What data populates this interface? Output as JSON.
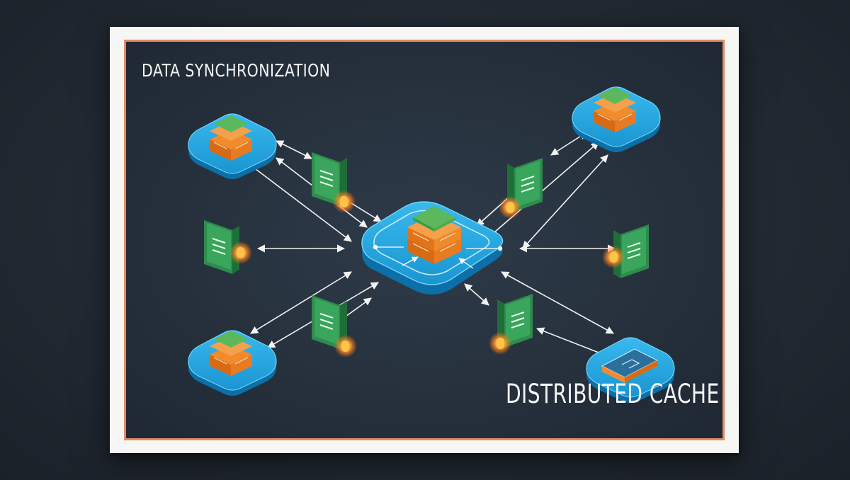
{
  "diagram": {
    "title": "DATA SYNCHRONIZATION",
    "label": "DISTRIBUTED CACHE",
    "colors": {
      "background": "#222a33",
      "board": "#26313d",
      "frame": "#f6f6f4",
      "border_accent": "#e58a62",
      "node_blue": "#1ea7df",
      "server_orange": "#f28b2c",
      "server_green": "#5cb85c",
      "doc_green": "#3aa55c",
      "glow": "#ffb13b",
      "arrow": "#f2f2f2"
    },
    "nodes": [
      {
        "id": "central-hub",
        "kind": "hub",
        "icon": "server-stack-icon"
      },
      {
        "id": "node-top-left",
        "kind": "cache-node",
        "icon": "server-stack-icon"
      },
      {
        "id": "node-top-right",
        "kind": "cache-node",
        "icon": "server-stack-icon"
      },
      {
        "id": "node-bottom-left",
        "kind": "cache-node",
        "icon": "server-stack-icon"
      },
      {
        "id": "node-bottom-right",
        "kind": "cache-node",
        "icon": "device-icon"
      }
    ],
    "documents": [
      {
        "id": "doc-top-left",
        "icon": "document-icon"
      },
      {
        "id": "doc-top-right",
        "icon": "document-icon"
      },
      {
        "id": "doc-mid-left",
        "icon": "document-icon"
      },
      {
        "id": "doc-mid-right",
        "icon": "document-icon"
      },
      {
        "id": "doc-bottom-left",
        "icon": "document-icon"
      },
      {
        "id": "doc-bottom-right",
        "icon": "document-icon"
      }
    ]
  }
}
